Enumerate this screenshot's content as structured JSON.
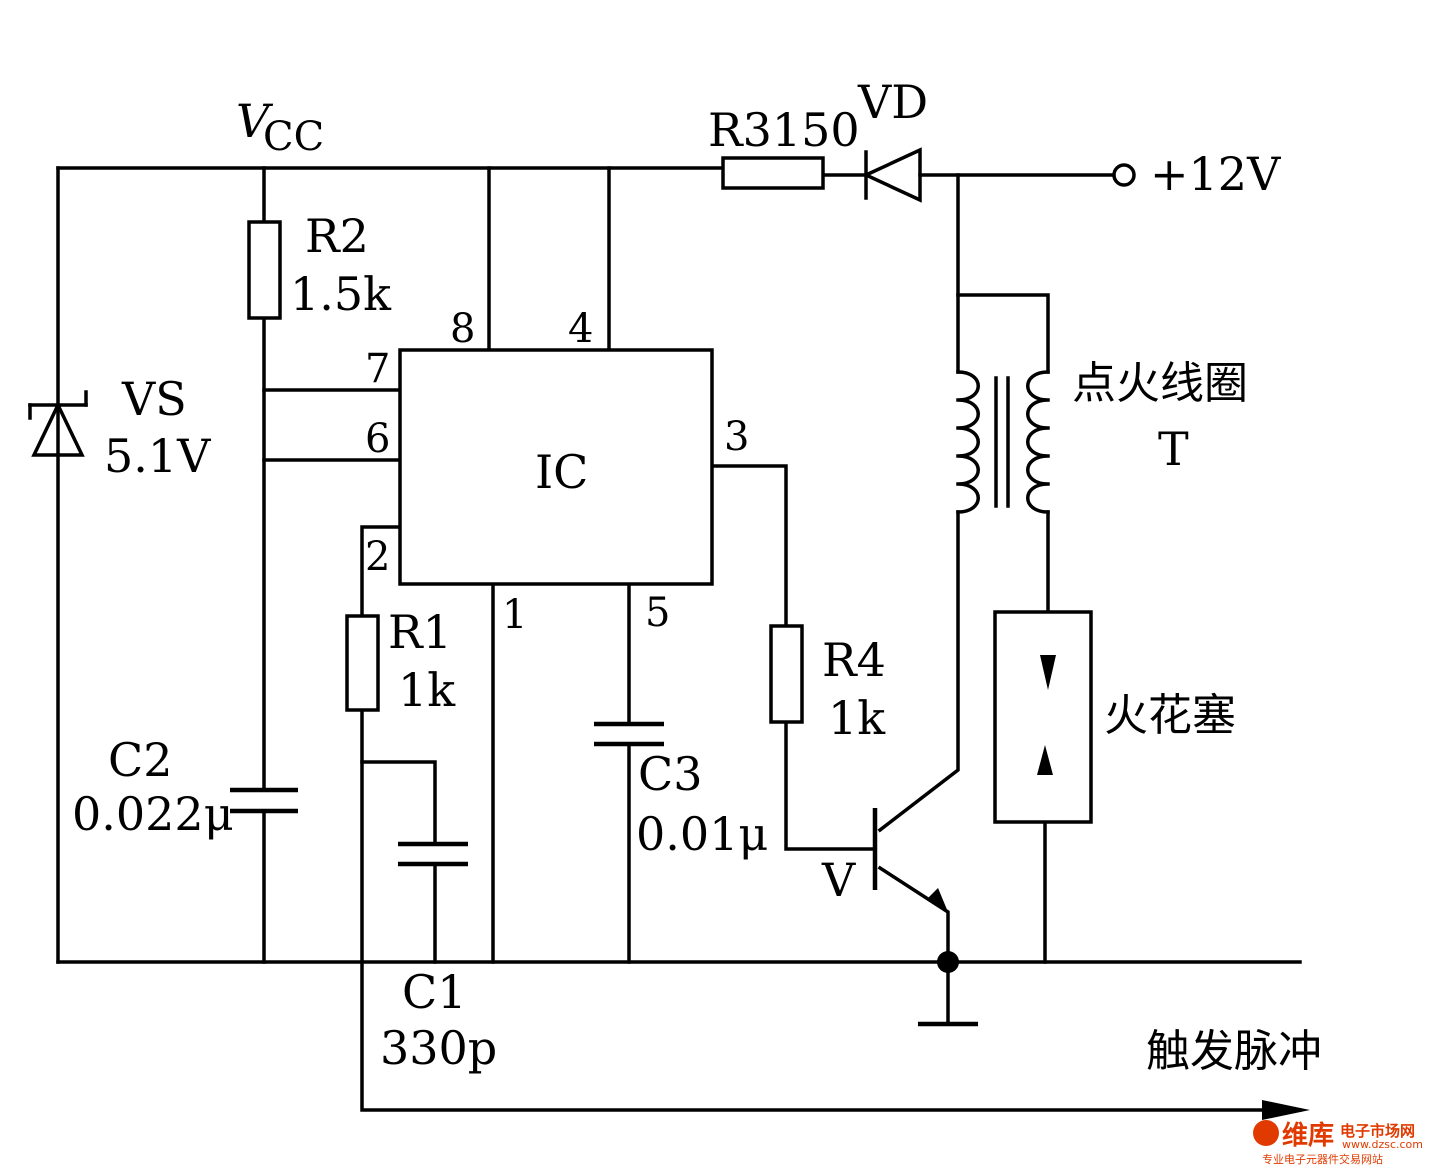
{
  "labels": {
    "vcc_v": "V",
    "vcc_sub": "CC",
    "r3": "R3150",
    "vd": "VD",
    "supply": "+12V",
    "r2_name": "R2",
    "r2_value": "1.5k",
    "vs_name": "VS",
    "vs_value": "5.1V",
    "ic": "IC",
    "pin8": "8",
    "pin4": "4",
    "pin7": "7",
    "pin6": "6",
    "pin2": "2",
    "pin1": "1",
    "pin5": "5",
    "pin3": "3",
    "r1_name": "R1",
    "r1_value": "1k",
    "c2_name": "C2",
    "c2_value": "0.022μ",
    "c3_name": "C3",
    "c3_value": "0.01μ",
    "r4_name": "R4",
    "r4_value": "1k",
    "transistor": "V",
    "c1_name": "C1",
    "c1_value": "330p",
    "coil_name": "点火线圈",
    "coil_id": "T",
    "spark_plug": "火花塞",
    "trigger": "触发脉冲"
  },
  "watermark": {
    "brand": "维库",
    "tagline": "电子市场网",
    "url": "www.dzsc.com",
    "subtitle": "专业电子元器件交易网站",
    "color": "#e03a00"
  }
}
